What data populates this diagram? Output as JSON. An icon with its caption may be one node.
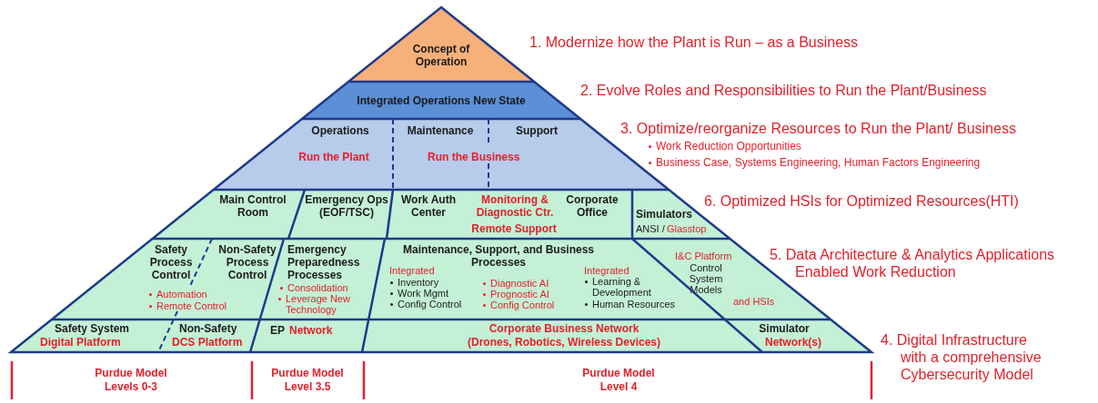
{
  "diagram": {
    "nodes": [
      {
        "text": [
          "Concept of Operation"
        ]
      },
      {
        "text": [
          "Integrated Operations New State"
        ]
      },
      {
        "text": [
          "Operations",
          "Run the Plant"
        ]
      },
      {
        "text": [
          "Maintenance"
        ]
      },
      {
        "text": [
          "Support"
        ]
      },
      {
        "text": [
          "Main Control Room"
        ]
      },
      {
        "text": [
          "Emergency Ops (EOF/TSC)"
        ]
      },
      {
        "text": [
          "Work Auth Center",
          "Monitoring & Diagnostic Ctr.",
          "Remote Support",
          "Corporate Office"
        ]
      },
      {
        "text": [
          "Simulators",
          "ANSI /",
          "Glasstop"
        ]
      },
      {
        "text": [
          "Safety Process Control"
        ]
      },
      {
        "text": [
          "Non-Safety Process Control"
        ]
      },
      {
        "text": [
          "Emergency Preparedness Processes",
          "Consolidation",
          "Leverage New Technology"
        ]
      },
      {
        "text": [
          "Maintenance, Support, and Business Processes",
          "Integrated",
          "Inventory",
          "Work Mgmt",
          "Config Control",
          "Diagnostic AI",
          "Prognostic AI",
          "Config Control",
          "Integrated",
          "Learning & Development",
          "Human Resources"
        ]
      },
      {
        "text": [
          "I&C Platform",
          "Control System Models",
          "and HSIs"
        ]
      },
      {
        "text": [
          "Safety System",
          "Digital Platform"
        ]
      },
      {
        "text": [
          "Non-Safety",
          "DCS Platform"
        ]
      },
      {
        "text": [
          "EP",
          "Network"
        ]
      },
      {
        "text": [
          "Corporate Business Network",
          "(Drones, Robotics, Wireless Devices)"
        ]
      },
      {
        "text": [
          "Simulator",
          "Network(s)"
        ]
      }
    ],
    "labels": [
      "1. Modernize how the Plant is Run – as a Business",
      "2. Evolve Roles and Responsibilities to Run the Plant/Business",
      "3. Optimize/reorganize Resources to Run the Plant/ Business",
      "Work Reduction Opportunities",
      "Business Case, Systems Engineering, Human Factors Engineering",
      "Run the Business",
      "6. Optimized HSIs for Optimized Resources(HTI)",
      "5. Data Architecture & Analytics Applications Enabled Work Reduction",
      "Automation",
      "Remote Control",
      "4. Digital Infrastructure with a comprehensive Cybersecurity Model",
      "Purdue Model Levels 0-3",
      "Purdue Model Level 3.5",
      "Purdue Model Level 4"
    ]
  }
}
